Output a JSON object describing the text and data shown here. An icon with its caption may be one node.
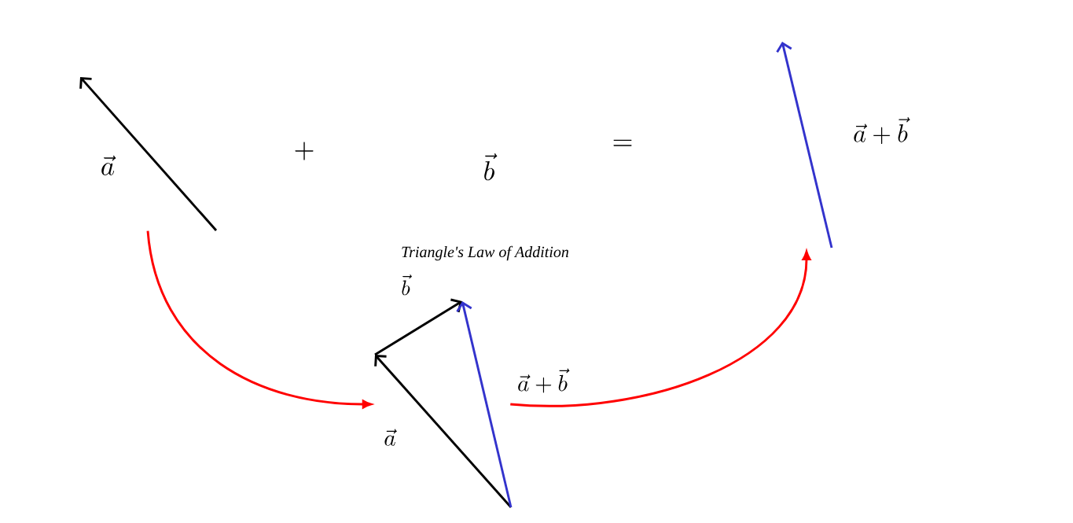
{
  "diagram": {
    "nodes": [
      {
        "text": [],
        "shape": "picture"
      },
      {
        "text": [],
        "shape": "picture"
      },
      {
        "text": [],
        "shape": "picture"
      }
    ],
    "edges": [
      {
        "from": 0,
        "to": 1,
        "arrow": "to"
      },
      {
        "from": 1,
        "to": 2,
        "arrow": "to"
      }
    ],
    "labels": [
      "\\vec{a}",
      "+",
      "\\vec{b}",
      "=",
      "\\vec{a}+\\vec{b}",
      "Triangle's Law of Addition",
      "\\vec{b}",
      "\\vec{a}+\\vec{b}",
      "\\vec{a}"
    ]
  }
}
